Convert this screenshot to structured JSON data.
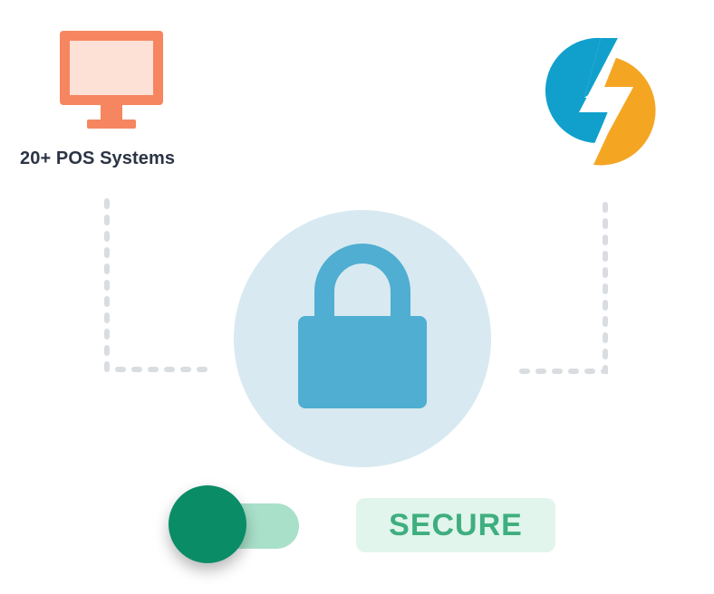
{
  "pos": {
    "label": "20+ POS Systems",
    "icon": "monitor-icon"
  },
  "integration": {
    "icon": "lightning-bolt-logo-icon"
  },
  "lock": {
    "icon": "padlock-icon"
  },
  "toggle": {
    "state": "on"
  },
  "badge": {
    "label": "SECURE"
  },
  "colors": {
    "monitor": "#f58660",
    "monitor_screen": "#fde0d6",
    "bolt_blue": "#11a0cc",
    "bolt_orange": "#f4a623",
    "lock_circle": "#d8e9f1",
    "lock": "#4faed1",
    "connector": "#d9dde2",
    "toggle_track": "#a9e0c9",
    "toggle_knob": "#0a8c67",
    "badge_bg": "#e1f5ec",
    "badge_text": "#3fae7f",
    "label_text": "#2b3445"
  }
}
